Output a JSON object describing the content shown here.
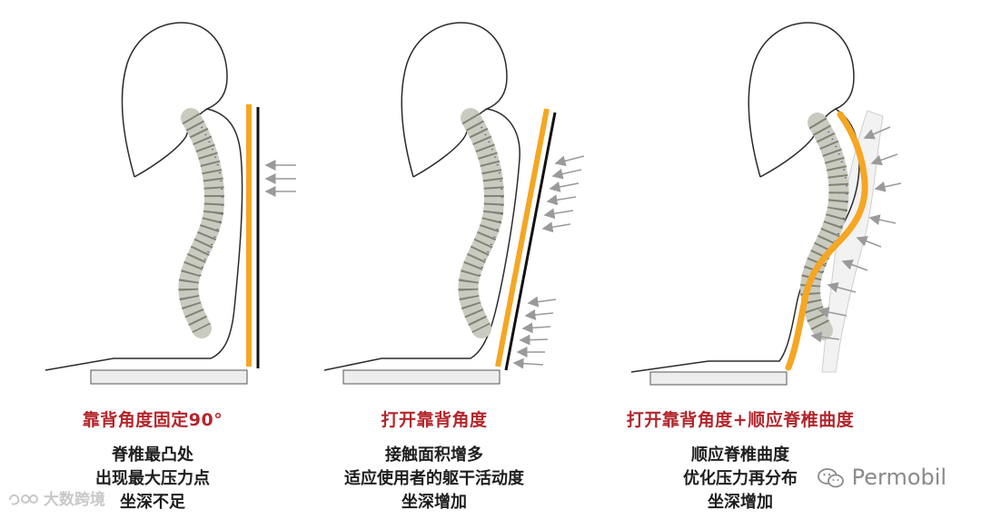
{
  "colors": {
    "title_red": "#b3262c",
    "backrest_orange": "#f5a623",
    "outline": "#2b2b2b",
    "arrow_gray": "#9a9a9a",
    "bone": "#c9cbc0",
    "bone_shade": "#7f8373",
    "disc_blue": "#4a4e8c",
    "seat_fill": "#ededed"
  },
  "panels": [
    {
      "title": "靠背角度固定90°",
      "lines": [
        "脊椎最凸处",
        "出现最大压力点",
        "坐深不足"
      ]
    },
    {
      "title": "打开靠背角度",
      "lines": [
        "接触面积增多",
        "适应使用者的躯干活动度",
        "坐深增加"
      ]
    },
    {
      "title": "打开靠背角度+顺应脊椎曲度",
      "lines": [
        "顺应脊椎曲度",
        "优化压力再分布",
        "坐深增加"
      ]
    }
  ],
  "watermark_left": "大数跨境",
  "watermark_right": "Permobil",
  "icons": [
    "wechat-icon",
    "dashuju-logo-icon"
  ]
}
